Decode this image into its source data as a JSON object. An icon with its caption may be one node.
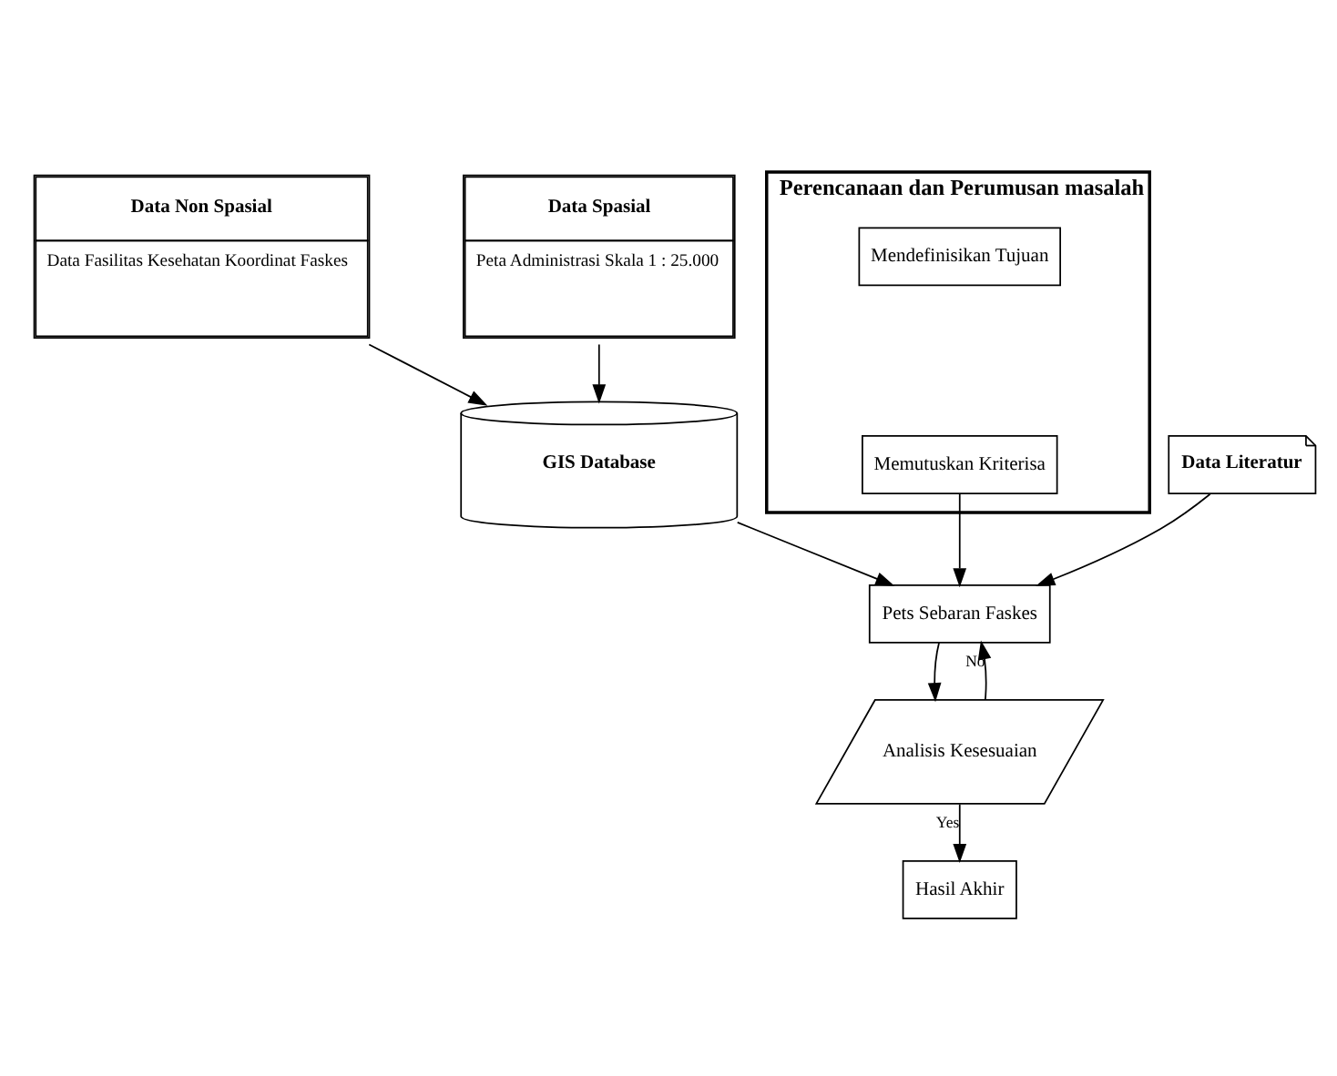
{
  "diagram": {
    "nodes": [
      {
        "text": [
          "Data Non Spasial",
          "Data Fasilitas Kesehatan Koordinat Faskes"
        ]
      },
      {
        "text": [
          "Data Spasial",
          "Peta Administrasi Skala 1 : 25.000"
        ]
      },
      {
        "text": [
          "Perencanaan dan Perumusan masalah"
        ]
      },
      {
        "text": [
          "Mendefinisikan Tujuan"
        ],
        "in": 2
      },
      {
        "text": [
          "Memutuskan Kriterisa"
        ],
        "in": 2
      },
      {
        "text": [
          "GIS Database"
        ]
      },
      {
        "text": [
          "Data Literatur"
        ]
      },
      {
        "text": [
          "Pets Sebaran Faskes"
        ]
      },
      {
        "text": [
          "Analisis Kesesuaian"
        ]
      },
      {
        "text": [
          "Hasil Akhir"
        ]
      }
    ],
    "edges": [
      {
        "from": 0,
        "to": 5,
        "arrow": "to"
      },
      {
        "from": 1,
        "to": 5,
        "arrow": "to"
      },
      {
        "from": 5,
        "to": 7,
        "arrow": "to"
      },
      {
        "from": 6,
        "to": 7,
        "arrow": "to"
      },
      {
        "from": 4,
        "to": 7,
        "arrow": "to"
      },
      {
        "from": 7,
        "to": 8,
        "arrow": "to"
      },
      {
        "from": 8,
        "to": 9,
        "label": "Yes",
        "arrow": "to"
      },
      {
        "from": 8,
        "to": 7,
        "label": "No",
        "arrow": "to"
      }
    ]
  }
}
